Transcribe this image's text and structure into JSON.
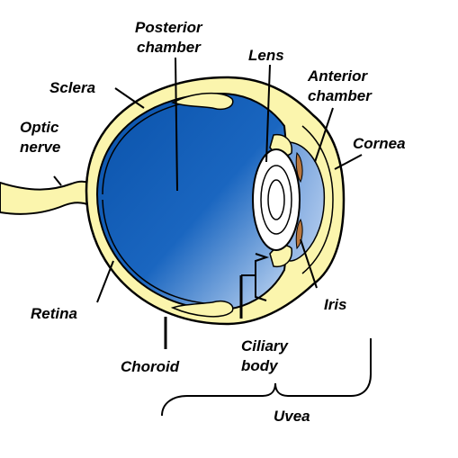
{
  "diagram": {
    "labels": {
      "posterior_chamber_1": "Posterior",
      "posterior_chamber_2": "chamber",
      "lens": "Lens",
      "anterior_chamber_1": "Anterior",
      "anterior_chamber_2": "chamber",
      "sclera": "Sclera",
      "optic_nerve_1": "Optic",
      "optic_nerve_2": "nerve",
      "cornea": "Cornea",
      "retina": "Retina",
      "iris": "Iris",
      "ciliary_body_1": "Ciliary",
      "ciliary_body_2": "body",
      "choroid": "Choroid",
      "uvea": "Uvea"
    },
    "colors": {
      "sclera": "#fbf5ad",
      "vitreous_dark": "#0d5bb4",
      "vitreous_light": "#b7cff0",
      "iris": "#b9773e",
      "lens": "#ffffff",
      "outline": "#000000"
    }
  }
}
